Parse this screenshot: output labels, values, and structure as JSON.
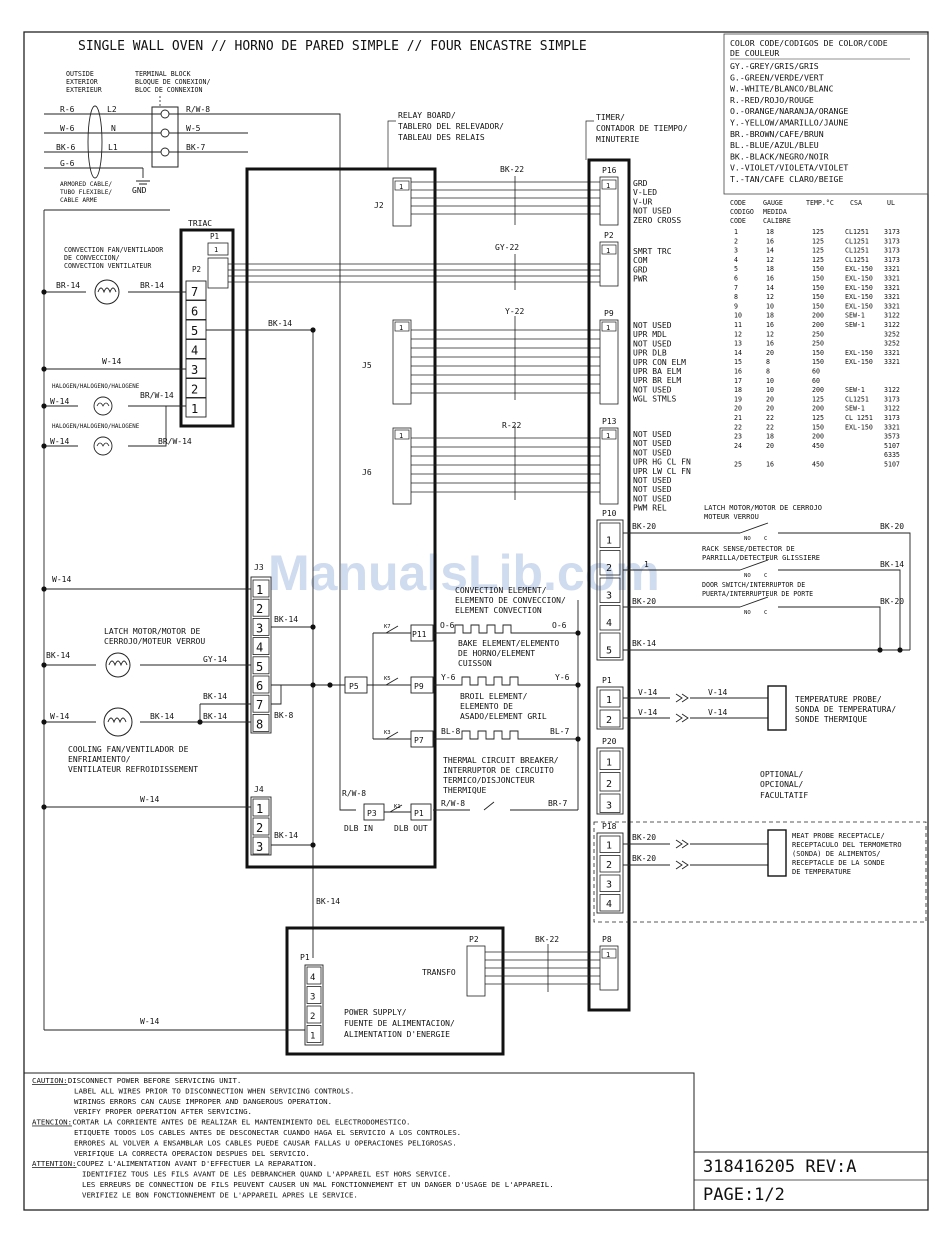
{
  "title": "SINGLE WALL OVEN // HORNO DE PARED SIMPLE // FOUR ENCASTRE SIMPLE",
  "watermark": "ManualsLib.com",
  "color_code": {
    "header": [
      "COLOR CODE/CODIGOS DE COLOR/CODE",
      "DE COULEUR"
    ],
    "entries": [
      "GY.-GREY/GRIS/GRIS",
      "G.-GREEN/VERDE/VERT",
      "W.-WHITE/BLANCO/BLANC",
      "R.-RED/ROJO/ROUGE",
      "O.-ORANGE/NARANJA/ORANGE",
      "Y.-YELLOW/AMARILLO/JAUNE",
      "BR.-BROWN/CAFE/BRUN",
      "BL.-BLUE/AZUL/BLEU",
      "BK.-BLACK/NEGRO/NOIR",
      "V.-VIOLET/VIOLETA/VIOLET",
      "T.-TAN/CAFE CLARO/BEIGE"
    ]
  },
  "gauge_table": {
    "headers": [
      "CODE",
      "GAUGE",
      "TEMP.°C",
      "CSA",
      "UL"
    ],
    "subheaders": [
      "CODIGO",
      "MEDIDA",
      "CODE",
      "CALIBRE"
    ],
    "rows": [
      [
        "1",
        "18",
        "125",
        "CL1251",
        "3173"
      ],
      [
        "2",
        "16",
        "125",
        "CL1251",
        "3173"
      ],
      [
        "3",
        "14",
        "125",
        "CL1251",
        "3173"
      ],
      [
        "4",
        "12",
        "125",
        "CL1251",
        "3173"
      ],
      [
        "5",
        "18",
        "150",
        "EXL-150",
        "3321"
      ],
      [
        "6",
        "16",
        "150",
        "EXL-150",
        "3321"
      ],
      [
        "7",
        "14",
        "150",
        "EXL-150",
        "3321"
      ],
      [
        "8",
        "12",
        "150",
        "EXL-150",
        "3321"
      ],
      [
        "9",
        "10",
        "150",
        "EXL-150",
        "3321"
      ],
      [
        "10",
        "18",
        "200",
        "SEW-1",
        "3122"
      ],
      [
        "11",
        "16",
        "200",
        "SEW-1",
        "3122"
      ],
      [
        "12",
        "12",
        "250",
        "",
        "3252"
      ],
      [
        "13",
        "16",
        "250",
        "",
        "3252"
      ],
      [
        "14",
        "20",
        "150",
        "EXL-150",
        "3321"
      ],
      [
        "15",
        "8",
        "150",
        "EXL-150",
        "3321"
      ],
      [
        "16",
        "8",
        "60",
        "",
        ""
      ],
      [
        "17",
        "10",
        "60",
        "",
        ""
      ],
      [
        "18",
        "10",
        "200",
        "SEW-1",
        "3122"
      ],
      [
        "19",
        "20",
        "125",
        "CL1251",
        "3173"
      ],
      [
        "20",
        "20",
        "200",
        "SEW-1",
        "3122"
      ],
      [
        "21",
        "22",
        "125",
        "CL 1251",
        "3173"
      ],
      [
        "22",
        "22",
        "150",
        "EXL-150",
        "3321"
      ],
      [
        "23",
        "18",
        "200",
        "",
        "3573"
      ],
      [
        "24",
        "20",
        "450",
        "",
        "5107"
      ],
      [
        "",
        "",
        "",
        "",
        "6335"
      ],
      [
        "25",
        "16",
        "450",
        "",
        "5107"
      ]
    ]
  },
  "supply": {
    "outside": [
      "OUTSIDE",
      "EXTERIOR",
      "EXTERIEUR"
    ],
    "terminal_block": [
      "TERMINAL BLOCK",
      "BLOQUE DE CONEXION/",
      "BLOC DE CONNEXION"
    ],
    "left_wires": [
      "R-6",
      "W-6",
      "BK-6",
      "G-6"
    ],
    "terminals": [
      "L2",
      "N",
      "L1"
    ],
    "right_wires": [
      "R/W-8",
      "W-5",
      "BK-7"
    ],
    "armored_cable": [
      "ARMORED CABLE/",
      "TUBO FLEXIBLE/",
      "CABLE ARME"
    ],
    "gnd": "GND"
  },
  "relay_board": {
    "label": [
      "RELAY BOARD/",
      "TABLERO DEL RELEVADOR/",
      "TABLEAU DES RELAIS"
    ],
    "connectors": [
      "J2",
      "J5",
      "J6",
      "J3",
      "J4",
      "P5",
      "P11",
      "P9",
      "P7",
      "P3",
      "P1"
    ],
    "pin_one": "1",
    "j3_pins": [
      "1",
      "2",
      "3",
      "4",
      "5",
      "6",
      "7",
      "8"
    ],
    "j4_pins": [
      "1",
      "2",
      "3"
    ],
    "relays": [
      "K7",
      "K5",
      "K3",
      "K1"
    ],
    "dlb_in": "DLB IN",
    "dlb_out": "DLB OUT"
  },
  "timer": {
    "label": [
      "TIMER/",
      "CONTADOR DE TIEMPO/",
      "MINUTERIE"
    ],
    "connectors": [
      "P16",
      "P2",
      "P9",
      "P13",
      "P10",
      "P1",
      "P20",
      "P18",
      "P8"
    ],
    "pin_one": "1",
    "p16_signals": [
      "GRD",
      "V-LED",
      "V-UR",
      "NOT USED",
      "ZERO CROSS"
    ],
    "p2_signals": [
      "SMRT TRC",
      "COM",
      "GRD",
      "PWR"
    ],
    "p9_signals": [
      "NOT USED",
      "UPR MDL",
      "NOT USED",
      "UPR DLB",
      "UPR CON ELM",
      "UPR BA ELM",
      "UPR BR ELM",
      "NOT USED",
      "WGL STMLS"
    ],
    "p13_signals": [
      "NOT USED",
      "NOT USED",
      "NOT USED",
      "UPR HG CL FN",
      "UPR LW CL FN",
      "NOT USED",
      "NOT USED",
      "NOT USED",
      "PWM REL"
    ],
    "p10_pins": [
      "1",
      "2",
      "3",
      "4",
      "5"
    ],
    "p1_pins": [
      "1",
      "2"
    ],
    "p20_pins": [
      "1",
      "2",
      "3"
    ],
    "p18_pins": [
      "1",
      "2",
      "3",
      "4"
    ]
  },
  "triac": {
    "label": "TRIAC",
    "connectors": [
      "P1",
      "P2"
    ],
    "pins": [
      "7",
      "6",
      "5",
      "4",
      "3",
      "2",
      "1"
    ],
    "p1_pin": "1"
  },
  "power_supply": {
    "label": [
      "POWER SUPPLY/",
      "FUENTE DE ALIMENTACION/",
      "ALIMENTATION D'ENERGIE"
    ],
    "transfo": "TRANSFO",
    "connectors": [
      "P1",
      "P2"
    ],
    "p1_pins": [
      "4",
      "3",
      "2",
      "1"
    ]
  },
  "wire_labels": {
    "bk22": "BK-22",
    "gy22": "GY-22",
    "y22": "Y-22",
    "r22": "R-22",
    "bk14": "BK-14",
    "br14": "BR-14",
    "w14": "W-14",
    "brw14": "BR/W-14",
    "gy14": "GY-14",
    "bk8": "BK-8",
    "rw8": "R/W-8",
    "br7": "BR-7",
    "o6": "O-6",
    "y6": "Y-6",
    "bl8": "BL-8",
    "bl7": "BL-7",
    "bk20": "BK-20",
    "v14": "V-14",
    "one": "1"
  },
  "components": {
    "convection_fan": [
      "CONVECTION FAN/VENTILADOR",
      "DE CONVECCION/",
      "CONVECTION VENTILATEUR"
    ],
    "halogen": "HALOGEN/HALOGENO/HALOGENE",
    "latch_motor_left": [
      "LATCH MOTOR/MOTOR DE",
      "CERROJO/MOTEUR VERROU"
    ],
    "cooling_fan": [
      "COOLING FAN/VENTILADOR DE",
      "ENFRIAMIENTO/",
      "VENTILATEUR REFROIDISSEMENT"
    ],
    "convection_element": [
      "CONVECTION ELEMENT/",
      "ELEMENTO DE CONVECCION/",
      "ELEMENT CONVECTION"
    ],
    "bake_element": [
      "BAKE ELEMENT/ELEMENTO",
      "DE HORNO/ELEMENT",
      "CUISSON"
    ],
    "broil_element": [
      "BROIL ELEMENT/",
      "ELEMENTO DE",
      "ASADO/ELEMENT GRIL"
    ],
    "thermal_breaker": [
      "THERMAL CIRCUIT BREAKER/",
      "INTERRUPTOR DE CIRCUITO",
      "TERMICO/DISJONCTEUR",
      "THERMIQUE"
    ],
    "latch_motor_right": [
      "LATCH MOTOR/MOTOR DE CERROJO",
      "MOTEUR VERROU"
    ],
    "rack_sense": [
      "RACK SENSE/DETECTOR DE",
      "PARRILLA/DETECTEUR GLISSIERE"
    ],
    "door_switch": [
      "DOOR SWITCH/INTERRUPTOR DE",
      "PUERTA/INTERRUPTEUR DE PORTE"
    ],
    "temperature_probe": [
      "TEMPERATURE PROBE/",
      "SONDA DE TEMPERATURA/",
      "SONDE THERMIQUE"
    ],
    "optional": [
      "OPTIONAL/",
      "OPCIONAL/",
      "FACULTATIF"
    ],
    "meat_probe": [
      "MEAT PROBE RECEPTACLE/",
      "RECEPTACULO DEL TERMOMETRO",
      "(SONDA) DE ALIMENTOS/",
      "RECEPTACLE DE LA SONDE",
      "DE TEMPERATURE"
    ],
    "no": "NO",
    "c": "C"
  },
  "caution": {
    "lines": [
      {
        "tag": "CAUTION:",
        "text": "DISCONNECT POWER BEFORE SERVICING UNIT."
      },
      {
        "tag": "",
        "text": "LABEL ALL WIRES PRIOR TO DISCONNECTION WHEN SERVICING CONTROLS."
      },
      {
        "tag": "",
        "text": "WIRINGS ERRORS CAN CAUSE IMPROPER AND DANGEROUS OPERATION."
      },
      {
        "tag": "",
        "text": "VERIFY PROPER OPERATION AFTER SERVICING."
      },
      {
        "tag": "ATENCION:",
        "text": "CORTAR LA CORRIENTE ANTES DE REALIZAR EL MANTENIMIENTO DEL ELECTRODOMESTICO."
      },
      {
        "tag": "",
        "text": "ETIQUETE TODOS LOS CABLES ANTES DE DESCONECTAR CUANDO HAGA EL SERVICIO A LOS CONTROLES."
      },
      {
        "tag": "",
        "text": "ERRORES AL VOLVER A ENSAMBLAR LOS CABLES PUEDE CAUSAR FALLAS U OPERACIONES PELIGROSAS."
      },
      {
        "tag": "",
        "text": "VERIFIQUE LA CORRECTA OPERACION DESPUES DEL SERVICIO."
      },
      {
        "tag": "ATTENTION:",
        "text": "COUPEZ L'ALIMENTATION AVANT D'EFFECTUER LA REPARATION."
      },
      {
        "tag": "",
        "text": "IDENTIFIEZ TOUS LES FILS AVANT DE LES DEBRANCHER QUAND L'APPAREIL EST HORS SERVICE."
      },
      {
        "tag": "",
        "text": "LES ERREURS DE CONNECTION DE FILS PEUVENT CAUSER UN MAL FONCTIONNEMENT ET UN DANGER D'USAGE DE L'APPAREIL."
      },
      {
        "tag": "",
        "text": "VERIFIEZ LE BON FONCTIONNEMENT DE L'APPAREIL APRES LE SERVICE."
      }
    ]
  },
  "part_number": "318416205 REV:A",
  "page": "PAGE:1/2"
}
